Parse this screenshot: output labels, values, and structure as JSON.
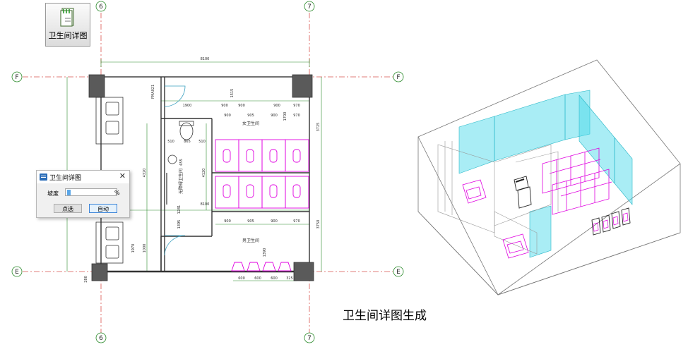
{
  "ribbon": {
    "button_label": "卫生间详图",
    "icon": "toilet-detail-icon"
  },
  "axes": {
    "col_left": "6",
    "col_right": "7",
    "row_top": "F",
    "row_bottom": "E"
  },
  "dims": {
    "overall_width": "8100",
    "mid_width": "8100",
    "right_top_height": "3725",
    "right_bottom_height": "3750",
    "left_height": "4320",
    "left_height_inner": "4120",
    "top_row": [
      "1900",
      "900",
      "900",
      "900",
      "970"
    ],
    "top_partition": [
      "900",
      "905",
      "900",
      "970"
    ],
    "bottom_row": [
      "900",
      "905",
      "900",
      "970"
    ],
    "bottom_fixtures": [
      "600",
      "600",
      "600",
      "325"
    ],
    "small_labels": [
      "1515",
      "1700",
      "510",
      "865",
      "510",
      "655",
      "1281",
      "1395",
      "1970",
      "1000",
      "1390",
      "280"
    ]
  },
  "rooms": {
    "female": "女卫生间",
    "male": "男卫生间",
    "cleaning": "无障碍卫生间"
  },
  "door_tag": "FMA021",
  "dialog": {
    "title": "卫生间详图",
    "close": "✕",
    "slope_label": "坡度",
    "slope_value": "",
    "percent": "%",
    "pick_label": "点选",
    "auto_label": "自动"
  },
  "caption": "卫生间详图生成",
  "colors": {
    "axis": "#d9534f",
    "wall": "#333333",
    "fixture": "#e000e0",
    "glass": "#40d8e8",
    "dim": "#2a8a2a"
  }
}
